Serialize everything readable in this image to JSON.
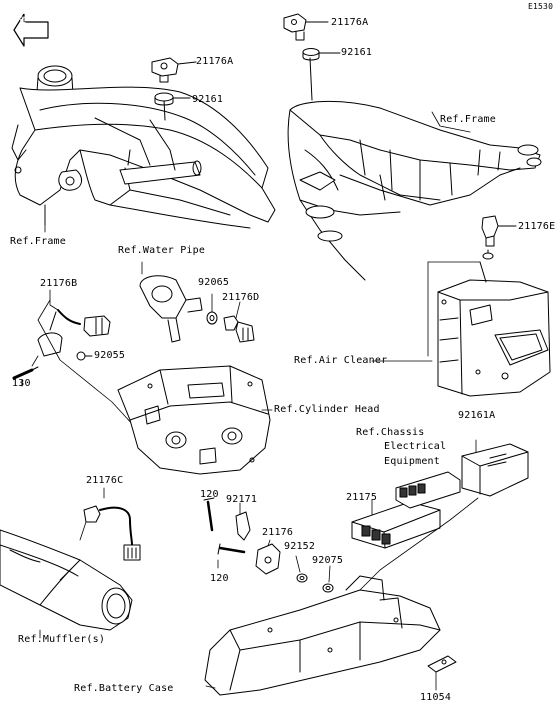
{
  "diagram_id": "E1530",
  "front_tag": "FRONT",
  "colors": {
    "line": "#000000",
    "fill": "#ffffff",
    "shade": "#d8d8d8",
    "dark": "#333333"
  },
  "parts": {
    "p1": "21176A",
    "p2": "92161",
    "p3": "21176A",
    "p4": "92161",
    "p5": "21176E",
    "p6": "21176B",
    "p7": "92065",
    "p8": "21176D",
    "p9": "92055",
    "p10": "130",
    "p11": "92161A",
    "p12": "21175",
    "p13": "21176C",
    "p14": "120",
    "p15": "92171",
    "p16": "21176",
    "p17": "92152",
    "p18": "92075",
    "p19": "120",
    "p20": "11054"
  },
  "refs": {
    "frame_left": "Ref.Frame",
    "frame_right": "Ref.Frame",
    "water_pipe": "Ref.Water Pipe",
    "air_cleaner": "Ref.Air Cleaner",
    "cylinder_head": "Ref.Cylinder Head",
    "chassis_line1": "Ref.Chassis",
    "chassis_line2": "Electrical",
    "chassis_line3": "Equipment",
    "muffler": "Ref.Muffler(s)",
    "battery_case": "Ref.Battery Case"
  }
}
